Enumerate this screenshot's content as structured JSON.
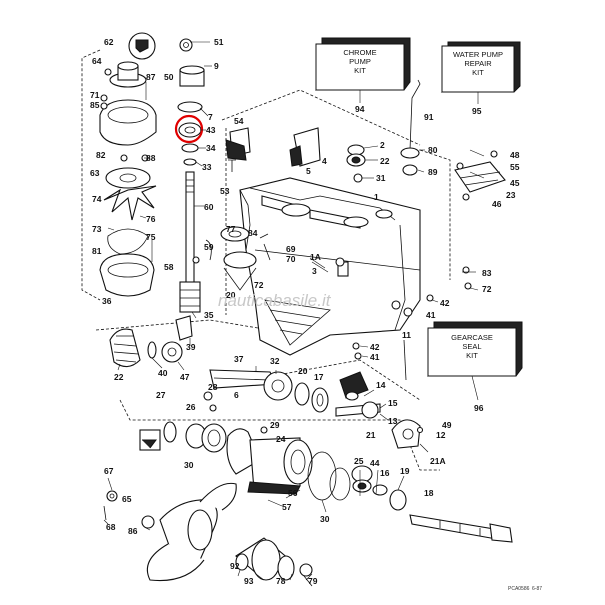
{
  "kits": {
    "chrome_pump": {
      "lines": [
        "CHROME",
        "PUMP",
        "KIT"
      ],
      "number": "94"
    },
    "water_pump": {
      "lines": [
        "WATER PUMP",
        "REPAIR",
        "KIT"
      ],
      "number": "95"
    },
    "gearcase_seal": {
      "lines": [
        "GEARCASE",
        "SEAL",
        "KIT"
      ],
      "number": "96"
    }
  },
  "watermark": "nauticabasile.it",
  "footer": {
    "left": "PCA0586",
    "right": "6-87"
  },
  "highlight_part": "43",
  "labels": {
    "p51": "51",
    "p62": "62",
    "p64": "64",
    "p87": "87",
    "p71": "71",
    "p85": "85",
    "p50": "50",
    "p9": "9",
    "p7": "7",
    "p43": "43",
    "p34": "34",
    "p33": "33",
    "p82": "82",
    "p88": "88",
    "p63": "63",
    "p74": "74",
    "p76": "76",
    "p73": "73",
    "p75": "75",
    "p81": "81",
    "p36": "36",
    "p60": "60",
    "p59": "59",
    "p58": "58",
    "p35": "35",
    "p39": "39",
    "p54": "54",
    "p53": "53",
    "p77": "77",
    "p84": "84",
    "p69": "69",
    "p70": "70",
    "p20": "20",
    "p72a": "72",
    "p4": "4",
    "p5": "5",
    "p2": "2",
    "p22": "22",
    "p31": "31",
    "p1": "1",
    "p91": "91",
    "p80": "80",
    "p89": "89",
    "p48": "48",
    "p55": "55",
    "p45": "45",
    "p23": "23",
    "p46": "46",
    "p1a": "1A",
    "p3": "3",
    "p83": "83",
    "p72b": "72",
    "p42a": "42",
    "p41a": "41",
    "p42b": "42",
    "p41b": "41",
    "p11": "11",
    "p22b": "22",
    "p40": "40",
    "p47": "47",
    "p37": "37",
    "p32": "32",
    "p20b": "20",
    "p17": "17",
    "p28": "28",
    "p6": "6",
    "p14": "14",
    "p15": "15",
    "p13": "13",
    "p27": "27",
    "p26": "26",
    "p29": "29",
    "p24": "24",
    "p21": "21",
    "p12": "12",
    "p49": "49",
    "p21a": "21A",
    "p30a": "30",
    "p25": "25",
    "p44": "44",
    "p16": "16",
    "p19": "19",
    "p67": "67",
    "p65": "65",
    "p56": "56",
    "p57": "57",
    "p30b": "30",
    "p18": "18",
    "p68": "68",
    "p86": "86",
    "p92": "92",
    "p93": "93",
    "p78": "78",
    "p79": "79"
  }
}
